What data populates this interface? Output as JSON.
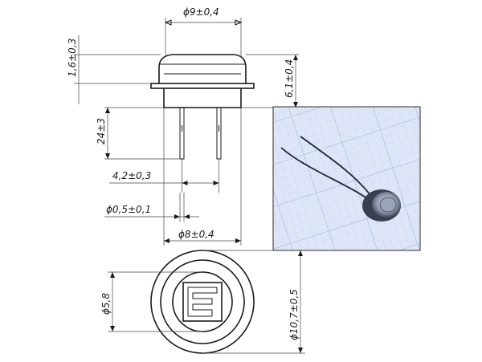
{
  "drawing": {
    "dim_diameter_top": "ϕ9±0,4",
    "dim_cap_height": "1,6±0,3",
    "dim_body_height": "6,1±0,4",
    "dim_lead_length": "24±3",
    "dim_lead_spacing": "4,2±0,3",
    "dim_lead_diameter": "ϕ0,5±0,1",
    "dim_body_diameter": "ϕ8±0,4",
    "dim_window_diameter": "ϕ5,8",
    "dim_flange_diameter": "ϕ10,7±0,5"
  },
  "photo": {
    "grid_color": "#b6c3e6",
    "background_color": "#dde5f6"
  }
}
